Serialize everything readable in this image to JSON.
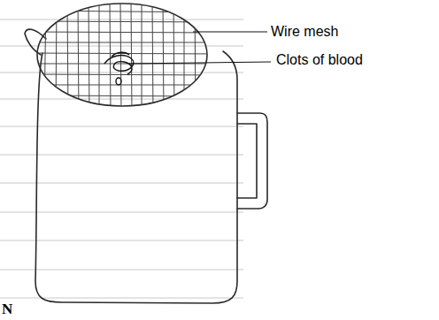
{
  "diagram": {
    "labels": [
      "Wire mesh",
      "Clots of blood",
      "N"
    ]
  }
}
